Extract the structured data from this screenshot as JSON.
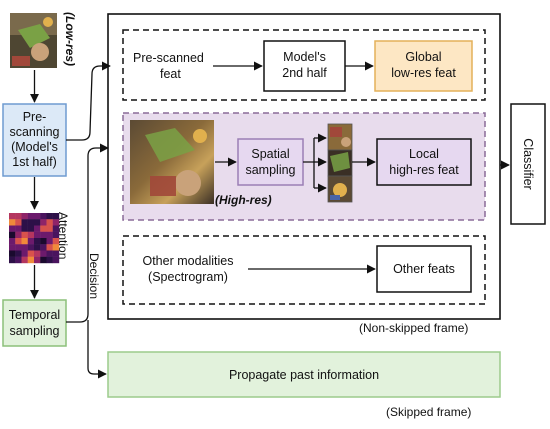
{
  "labels": {
    "low_res": "(Low-res)",
    "prescanning": [
      "Pre-",
      "scanning",
      "(Model's",
      "1st half)"
    ],
    "attention": "Attention",
    "temporal_sampling": [
      "Temporal",
      "sampling"
    ],
    "decision": "Decision",
    "prescanned_feat": [
      "Pre-scanned",
      "feat"
    ],
    "model_2nd_half": [
      "Model's",
      "2nd half"
    ],
    "global_feat": [
      "Global",
      "low-res feat"
    ],
    "spatial_sampling": [
      "Spatial",
      "sampling"
    ],
    "high_res": "(High-res)",
    "local_feat": [
      "Local",
      "high-res feat"
    ],
    "other_modalities": [
      "Other modalities",
      "(Spectrogram)"
    ],
    "other_feats": "Other feats",
    "classifier": "Classifier",
    "non_skipped": "(Non-skipped frame)",
    "propagate": "Propagate past information",
    "skipped": "(Skipped frame)"
  },
  "colors": {
    "prescan_fill": "#dce9f7",
    "prescan_stroke": "#6f9bd1",
    "temporal_fill": "#e2f2dc",
    "temporal_stroke": "#8cc07a",
    "propagate_fill": "#e2f2dc",
    "propagate_stroke": "#9ccb8c",
    "global_fill": "#fde7c4",
    "global_stroke": "#e3b15a",
    "highres_region_fill": "#e8dced",
    "highres_region_stroke": "#8a6b98",
    "spatial_fill": "#e6d8f0",
    "spatial_stroke": "#9b7fb5"
  }
}
